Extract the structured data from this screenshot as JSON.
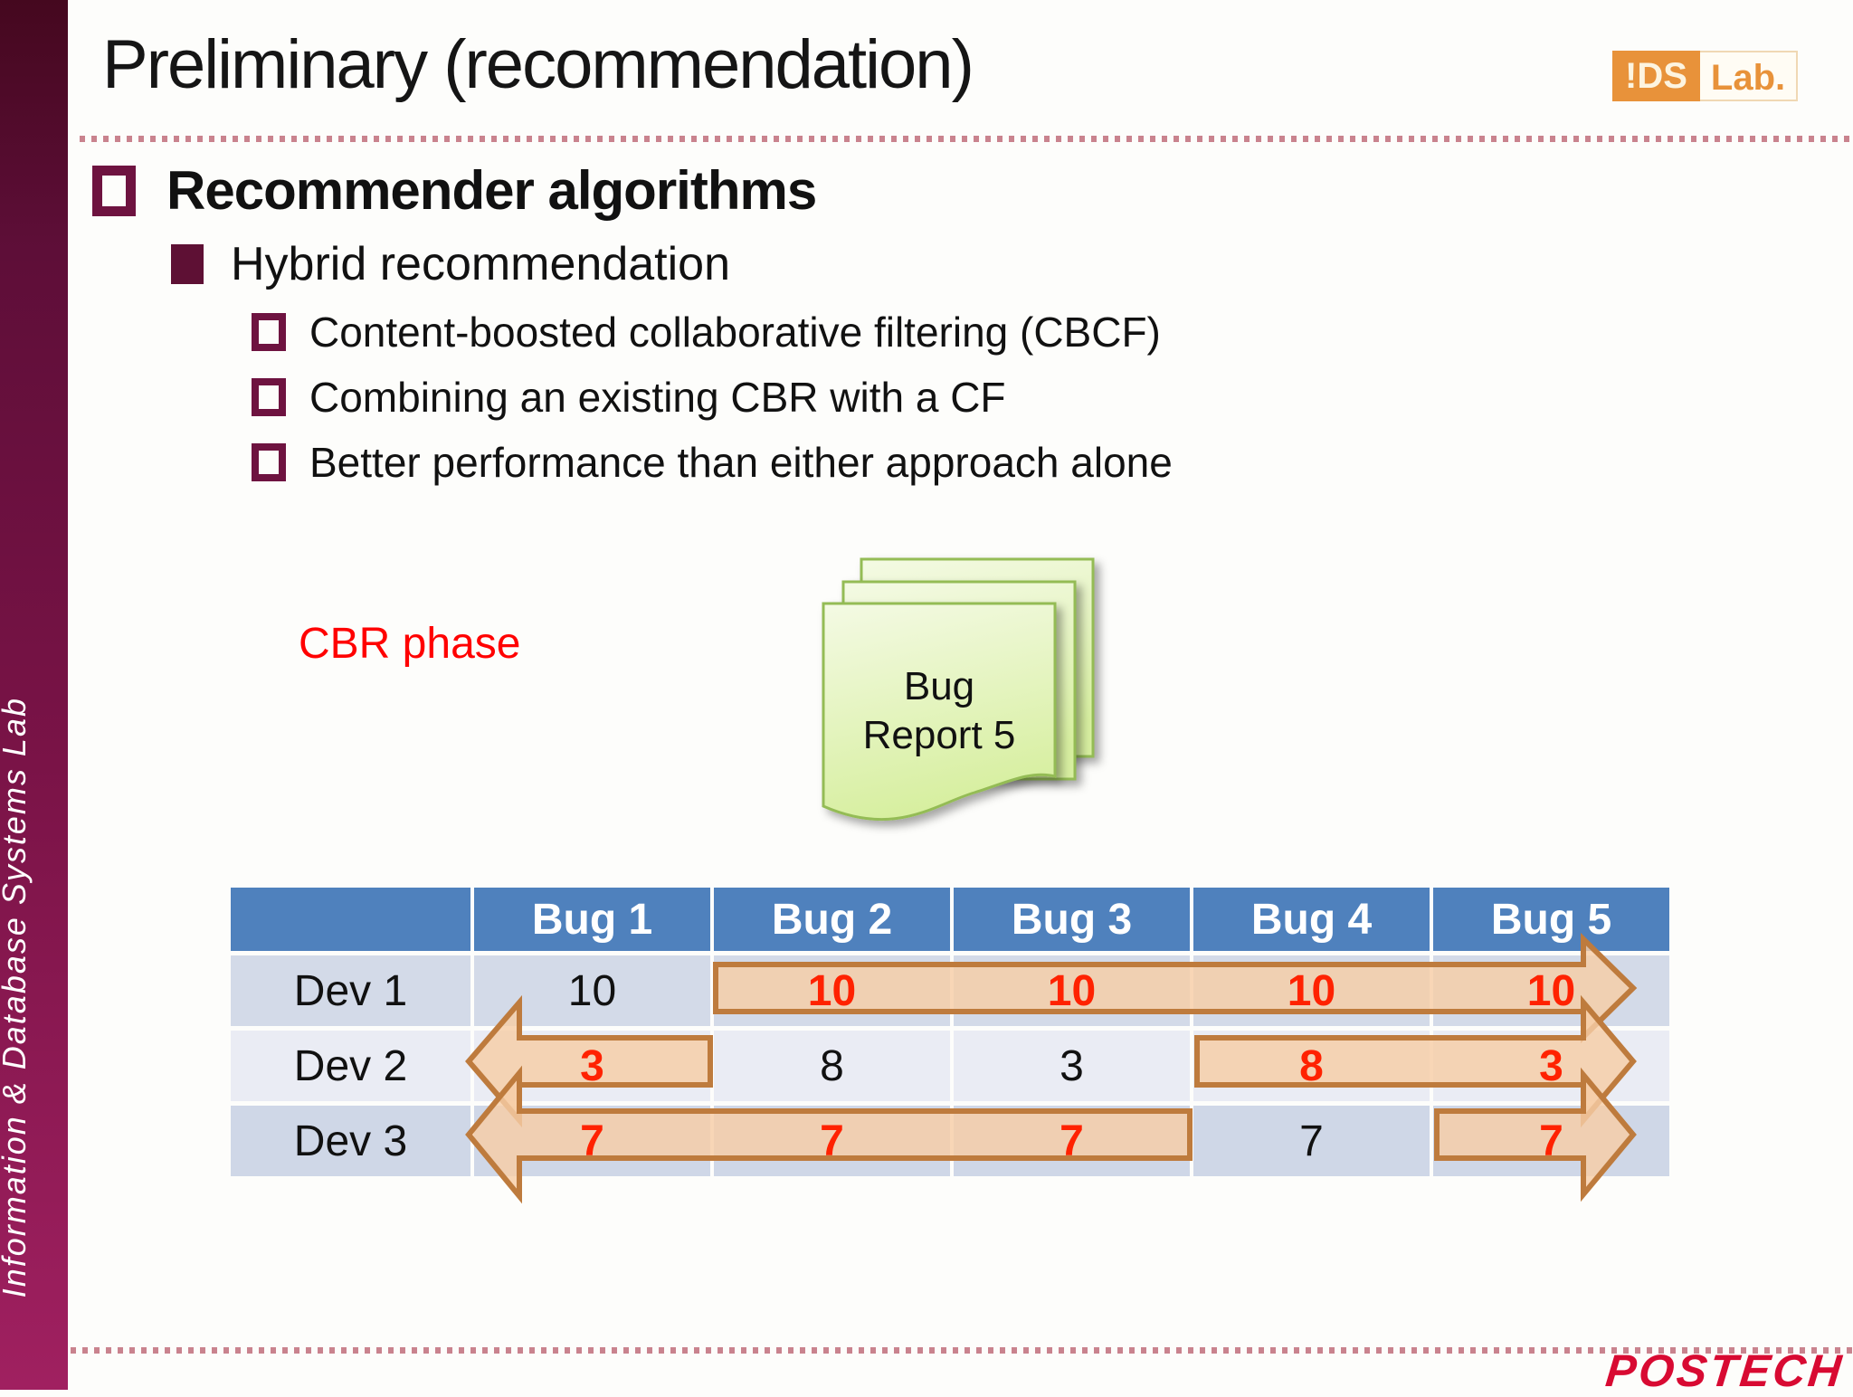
{
  "sidebar": {
    "label": "Information & Database Systems Lab"
  },
  "header": {
    "title": "Preliminary (recommendation)",
    "logo": {
      "ids": "!DS",
      "lab": "Lab."
    }
  },
  "content": {
    "heading": "Recommender algorithms",
    "subheading": "Hybrid recommendation",
    "bullets": [
      "Content-boosted collaborative filtering (CBCF)",
      "Combining an existing CBR with a CF",
      "Better performance than either approach alone"
    ],
    "phase_label": "CBR phase",
    "note": {
      "line1": "Bug",
      "line2": "Report 5"
    }
  },
  "table": {
    "headers": [
      "",
      "Bug 1",
      "Bug 2",
      "Bug 3",
      "Bug 4",
      "Bug 5"
    ],
    "rows": [
      {
        "label": "Dev 1",
        "cells": [
          {
            "v": "10",
            "red": false
          },
          {
            "v": "10",
            "red": true
          },
          {
            "v": "10",
            "red": true
          },
          {
            "v": "10",
            "red": true
          },
          {
            "v": "10",
            "red": true
          }
        ]
      },
      {
        "label": "Dev 2",
        "cells": [
          {
            "v": "3",
            "red": true
          },
          {
            "v": "8",
            "red": false
          },
          {
            "v": "3",
            "red": false
          },
          {
            "v": "8",
            "red": true
          },
          {
            "v": "3",
            "red": true
          }
        ]
      },
      {
        "label": "Dev 3",
        "cells": [
          {
            "v": "7",
            "red": true
          },
          {
            "v": "7",
            "red": true
          },
          {
            "v": "7",
            "red": true
          },
          {
            "v": "7",
            "red": false
          },
          {
            "v": "7",
            "red": true
          }
        ]
      }
    ]
  },
  "footer": {
    "logo": "POSTECH"
  },
  "colors": {
    "accent_maroon": "#6E1340",
    "sidebar_magenta": "#A02060",
    "table_header_blue": "#4F81BD",
    "row_dark": "#D3DAE8",
    "row_light": "#EAECF4",
    "arrow_fill": "#F7CDA6",
    "arrow_border": "#BE7B3D",
    "highlight_red": "#FF2200",
    "phase_red": "#FF0000",
    "note_green_fill": "#E4F3BC",
    "note_green_border": "#94BC55",
    "ids_orange": "#E8923A",
    "postech_red": "#D80A32"
  }
}
